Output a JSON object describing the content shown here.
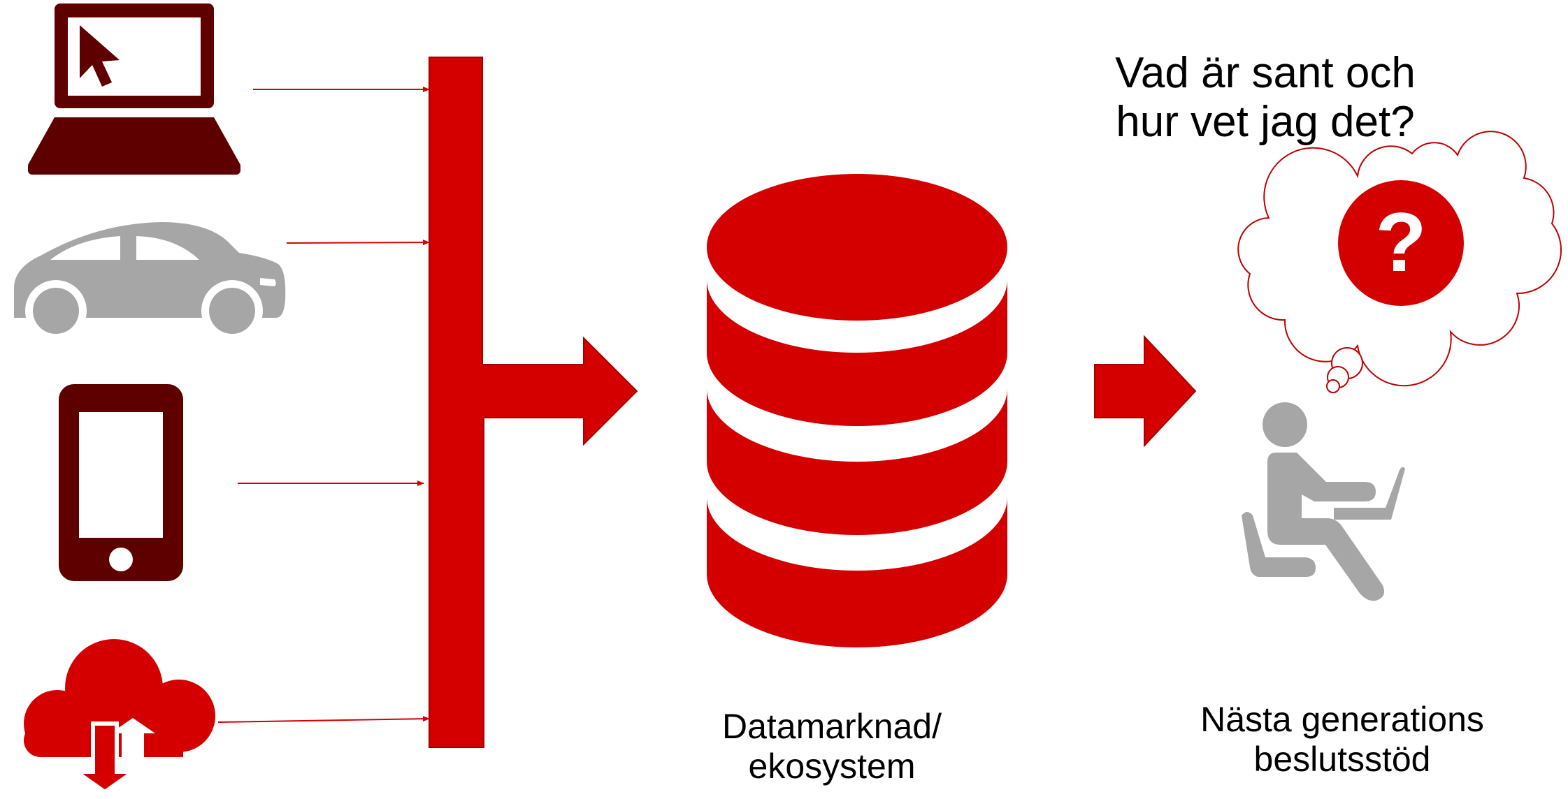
{
  "colors": {
    "primary_red": "#d40000",
    "dark_red": "#5e0000",
    "gray": "#a6a6a6",
    "white": "#ffffff"
  },
  "icons": {
    "sources": [
      "laptop-icon",
      "car-icon",
      "smartphone-icon",
      "cloud-upload-icon"
    ],
    "center": "database-icon",
    "right": [
      "thought-cloud-icon",
      "question-mark-icon",
      "person-at-laptop-icon"
    ]
  },
  "question": {
    "line1": "Vad är sant och",
    "line2": "hur vet jag det?",
    "symbol": "?"
  },
  "database_label": {
    "line1": "Datamarknad/",
    "line2": "ekosystem"
  },
  "decision_label": {
    "line1": "Nästa generations",
    "line2": "beslutsstöd"
  }
}
